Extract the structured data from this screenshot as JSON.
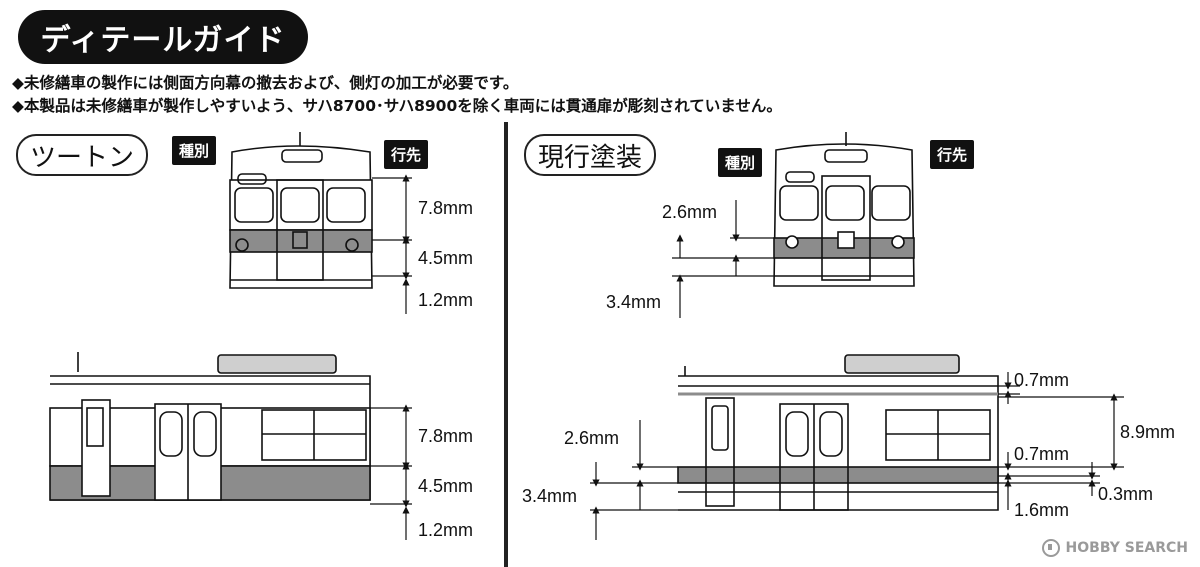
{
  "title": "ディテールガイド",
  "notes": [
    "◆未修繕車の製作には側面方向幕の撤去および、側灯の加工が必要です。",
    "◆本製品は未修繕車が製作しやすいよう、サハ8700･サハ8900を除く車両には貫通扉が彫刻されていません。"
  ],
  "left_section": {
    "heading": "ツートン",
    "tag_type": "種別",
    "tag_dest": "行先",
    "front_dims": [
      "7.8mm",
      "4.5mm",
      "1.2mm"
    ],
    "side_dims": [
      "7.8mm",
      "4.5mm",
      "1.2mm"
    ]
  },
  "right_section": {
    "heading": "現行塗装",
    "tag_type": "種別",
    "tag_dest": "行先",
    "front_dims": [
      "2.6mm",
      "3.4mm"
    ],
    "side_dims_left": [
      "2.6mm",
      "3.4mm"
    ],
    "side_dims_right": [
      "0.7mm",
      "8.9mm",
      "0.7mm",
      "0.3mm",
      "1.6mm"
    ]
  },
  "watermark": "HOBBY SEARCH",
  "colors": {
    "band": "#8c8c8c",
    "line": "#111111",
    "tag_bg": "#111111"
  }
}
